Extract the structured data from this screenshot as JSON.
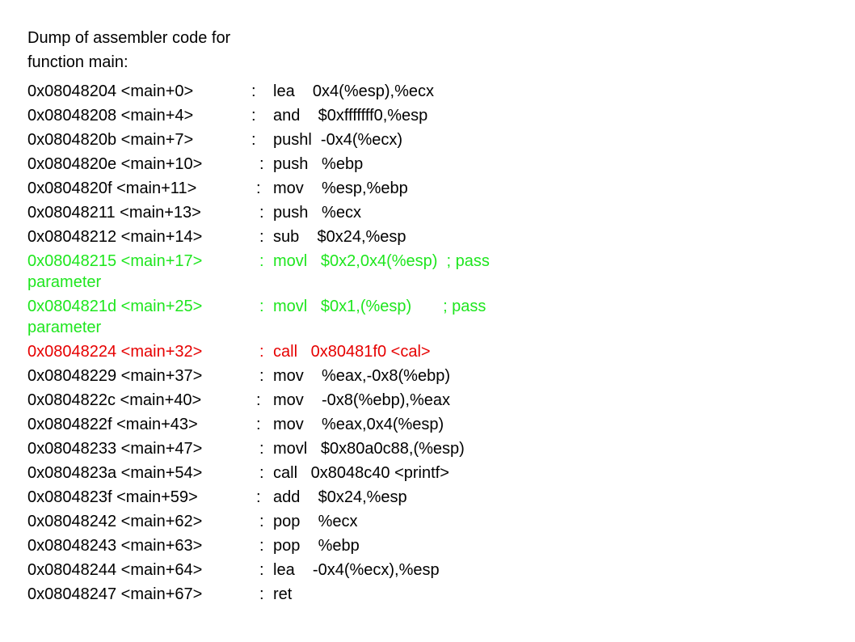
{
  "heading": {
    "line1": "Dump of assembler code for",
    "line2": "function main:"
  },
  "colors": {
    "default": "#000000",
    "parameter_highlight": "#1ee61e",
    "call_highlight": "#e60000"
  },
  "rows": [
    {
      "addr": "0x08048204 <main+0>",
      "sep": ":",
      "instr": "lea    0x4(%esp),%ecx",
      "cont": "",
      "color": "black"
    },
    {
      "addr": "0x08048208 <main+4>",
      "sep": ":",
      "instr": "and    $0xfffffff0,%esp",
      "cont": "",
      "color": "black"
    },
    {
      "addr": "0x0804820b <main+7>",
      "sep": ":",
      "instr": "pushl  -0x4(%ecx)",
      "cont": "",
      "color": "black"
    },
    {
      "addr": "0x0804820e <main+10>",
      "sep": ":",
      "instr": "push   %ebp",
      "cont": "",
      "color": "black"
    },
    {
      "addr": "0x0804820f <main+11>",
      "sep": ":",
      "instr": "mov    %esp,%ebp",
      "cont": "",
      "color": "black"
    },
    {
      "addr": "0x08048211 <main+13>",
      "sep": ":",
      "instr": "push   %ecx",
      "cont": "",
      "color": "black"
    },
    {
      "addr": "0x08048212 <main+14>",
      "sep": ":",
      "instr": "sub    $0x24,%esp",
      "cont": "",
      "color": "black"
    },
    {
      "addr": "0x08048215 <main+17>",
      "sep": ":",
      "instr": "movl   $0x2,0x4(%esp)  ; pass",
      "cont": "parameter",
      "color": "green"
    },
    {
      "addr": "0x0804821d <main+25>",
      "sep": ":",
      "instr": "movl   $0x1,(%esp)       ; pass",
      "cont": "parameter",
      "color": "green"
    },
    {
      "addr": "0x08048224 <main+32>",
      "sep": ":",
      "instr": "call   0x80481f0 <cal>",
      "cont": "",
      "color": "red"
    },
    {
      "addr": "0x08048229 <main+37>",
      "sep": ":",
      "instr": "mov    %eax,-0x8(%ebp)",
      "cont": "",
      "color": "black"
    },
    {
      "addr": "0x0804822c <main+40>",
      "sep": ":",
      "instr": "mov    -0x8(%ebp),%eax",
      "cont": "",
      "color": "black"
    },
    {
      "addr": "0x0804822f <main+43>",
      "sep": ":",
      "instr": "mov    %eax,0x4(%esp)",
      "cont": "",
      "color": "black"
    },
    {
      "addr": "0x08048233 <main+47>",
      "sep": ":",
      "instr": "movl   $0x80a0c88,(%esp)",
      "cont": "",
      "color": "black"
    },
    {
      "addr": "0x0804823a <main+54>",
      "sep": ":",
      "instr": "call   0x8048c40 <printf>",
      "cont": "",
      "color": "black"
    },
    {
      "addr": "0x0804823f <main+59>",
      "sep": ":",
      "instr": "add    $0x24,%esp",
      "cont": "",
      "color": "black"
    },
    {
      "addr": "0x08048242 <main+62>",
      "sep": ":",
      "instr": "pop    %ecx",
      "cont": "",
      "color": "black"
    },
    {
      "addr": "0x08048243 <main+63>",
      "sep": ":",
      "instr": "pop    %ebp",
      "cont": "",
      "color": "black"
    },
    {
      "addr": "0x08048244 <main+64>",
      "sep": ":",
      "instr": "lea    -0x4(%ecx),%esp",
      "cont": "",
      "color": "black"
    },
    {
      "addr": "0x08048247 <main+67>",
      "sep": ":",
      "instr": "ret",
      "cont": "",
      "color": "black"
    }
  ]
}
